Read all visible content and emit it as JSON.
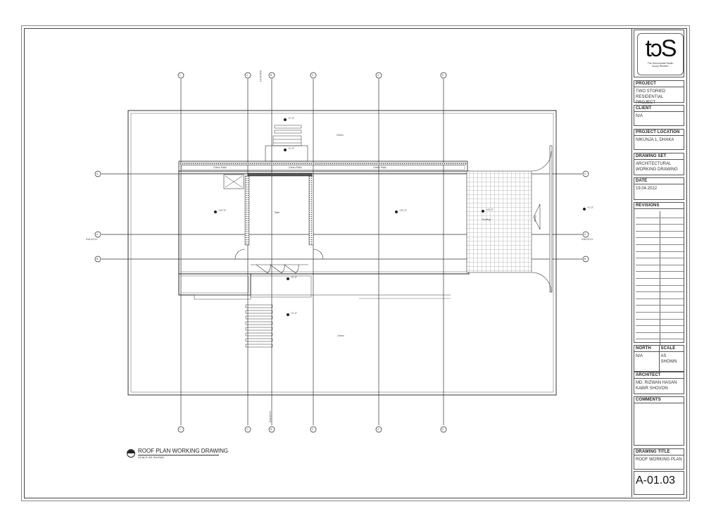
{
  "sheet": {
    "drawing_caption": "ROOF PLAN WORKING DRAWING",
    "drawing_scale_caption": "SCALE: AS SHOWN",
    "section_ref": "01A-02.01",
    "section_ref_left": "01A-02.01",
    "section_ref_right": "01A-02.01"
  },
  "grid": {
    "columns": [
      "1",
      "2",
      "B",
      "3",
      "4",
      "5"
    ],
    "rows_left": [
      "A",
      "A",
      "B"
    ],
    "rows_right": [
      "A",
      "A",
      "B"
    ]
  },
  "plan_labels": {
    "green_top": "Green",
    "green_bottom": "Green",
    "stair": "Stair",
    "terrace": "Rooftop",
    "ramp": "Ramp",
    "level_1": "+22'-0\"",
    "level_2": "+22'-0\"",
    "level_3": "+22'-0\"",
    "level_4": "+22'-0\"",
    "level_5": "+2'-0\"",
    "level_6": "+2'-0\"",
    "level_7": "+2'-0\"",
    "level_8": "+2'-0\"",
    "level_9": "+2'-0\"",
    "green_patio_1": "Green Patio",
    "green_patio_2": "Green Patio",
    "green_patio_3": "Green Patio"
  },
  "title_block": {
    "logo_mark": "tↄS",
    "logo_subtitle_1": "The Unicorndust Studio",
    "logo_subtitle_2": "luxury Residen",
    "project": {
      "label": "PROJECT",
      "value": "TWO STORIED RESIDENTIAL PROJECT"
    },
    "client": {
      "label": "CLIENT",
      "value": "N/A"
    },
    "location": {
      "label": "PROJECT LOCATION",
      "value": "NIKUNJA 1, DHAKA"
    },
    "drawing_set": {
      "label": "DRAWING SET",
      "value": "ARCHITECTURAL WORKING DRAWING"
    },
    "date": {
      "label": "DATE",
      "value": "19.04.2022"
    },
    "revisions": {
      "label": "REVISIONS",
      "rows": 21
    },
    "north": {
      "label": "NORTH",
      "value": "N/A"
    },
    "scale": {
      "label": "SCALE",
      "value": "AS SHOWN"
    },
    "architect": {
      "label": "ARCHITECT",
      "value": "MD. RIZWAN HASAN KABIR SHOVON"
    },
    "comments": {
      "label": "COMMENTS",
      "value": ""
    },
    "drawing_title": {
      "label": "DRAWING TITLE",
      "value": "ROOF WORKING PLAN"
    },
    "sheet_number": "A-01.03"
  },
  "colors": {
    "line": "#222222",
    "light_line": "#888888",
    "background": "#ffffff"
  }
}
